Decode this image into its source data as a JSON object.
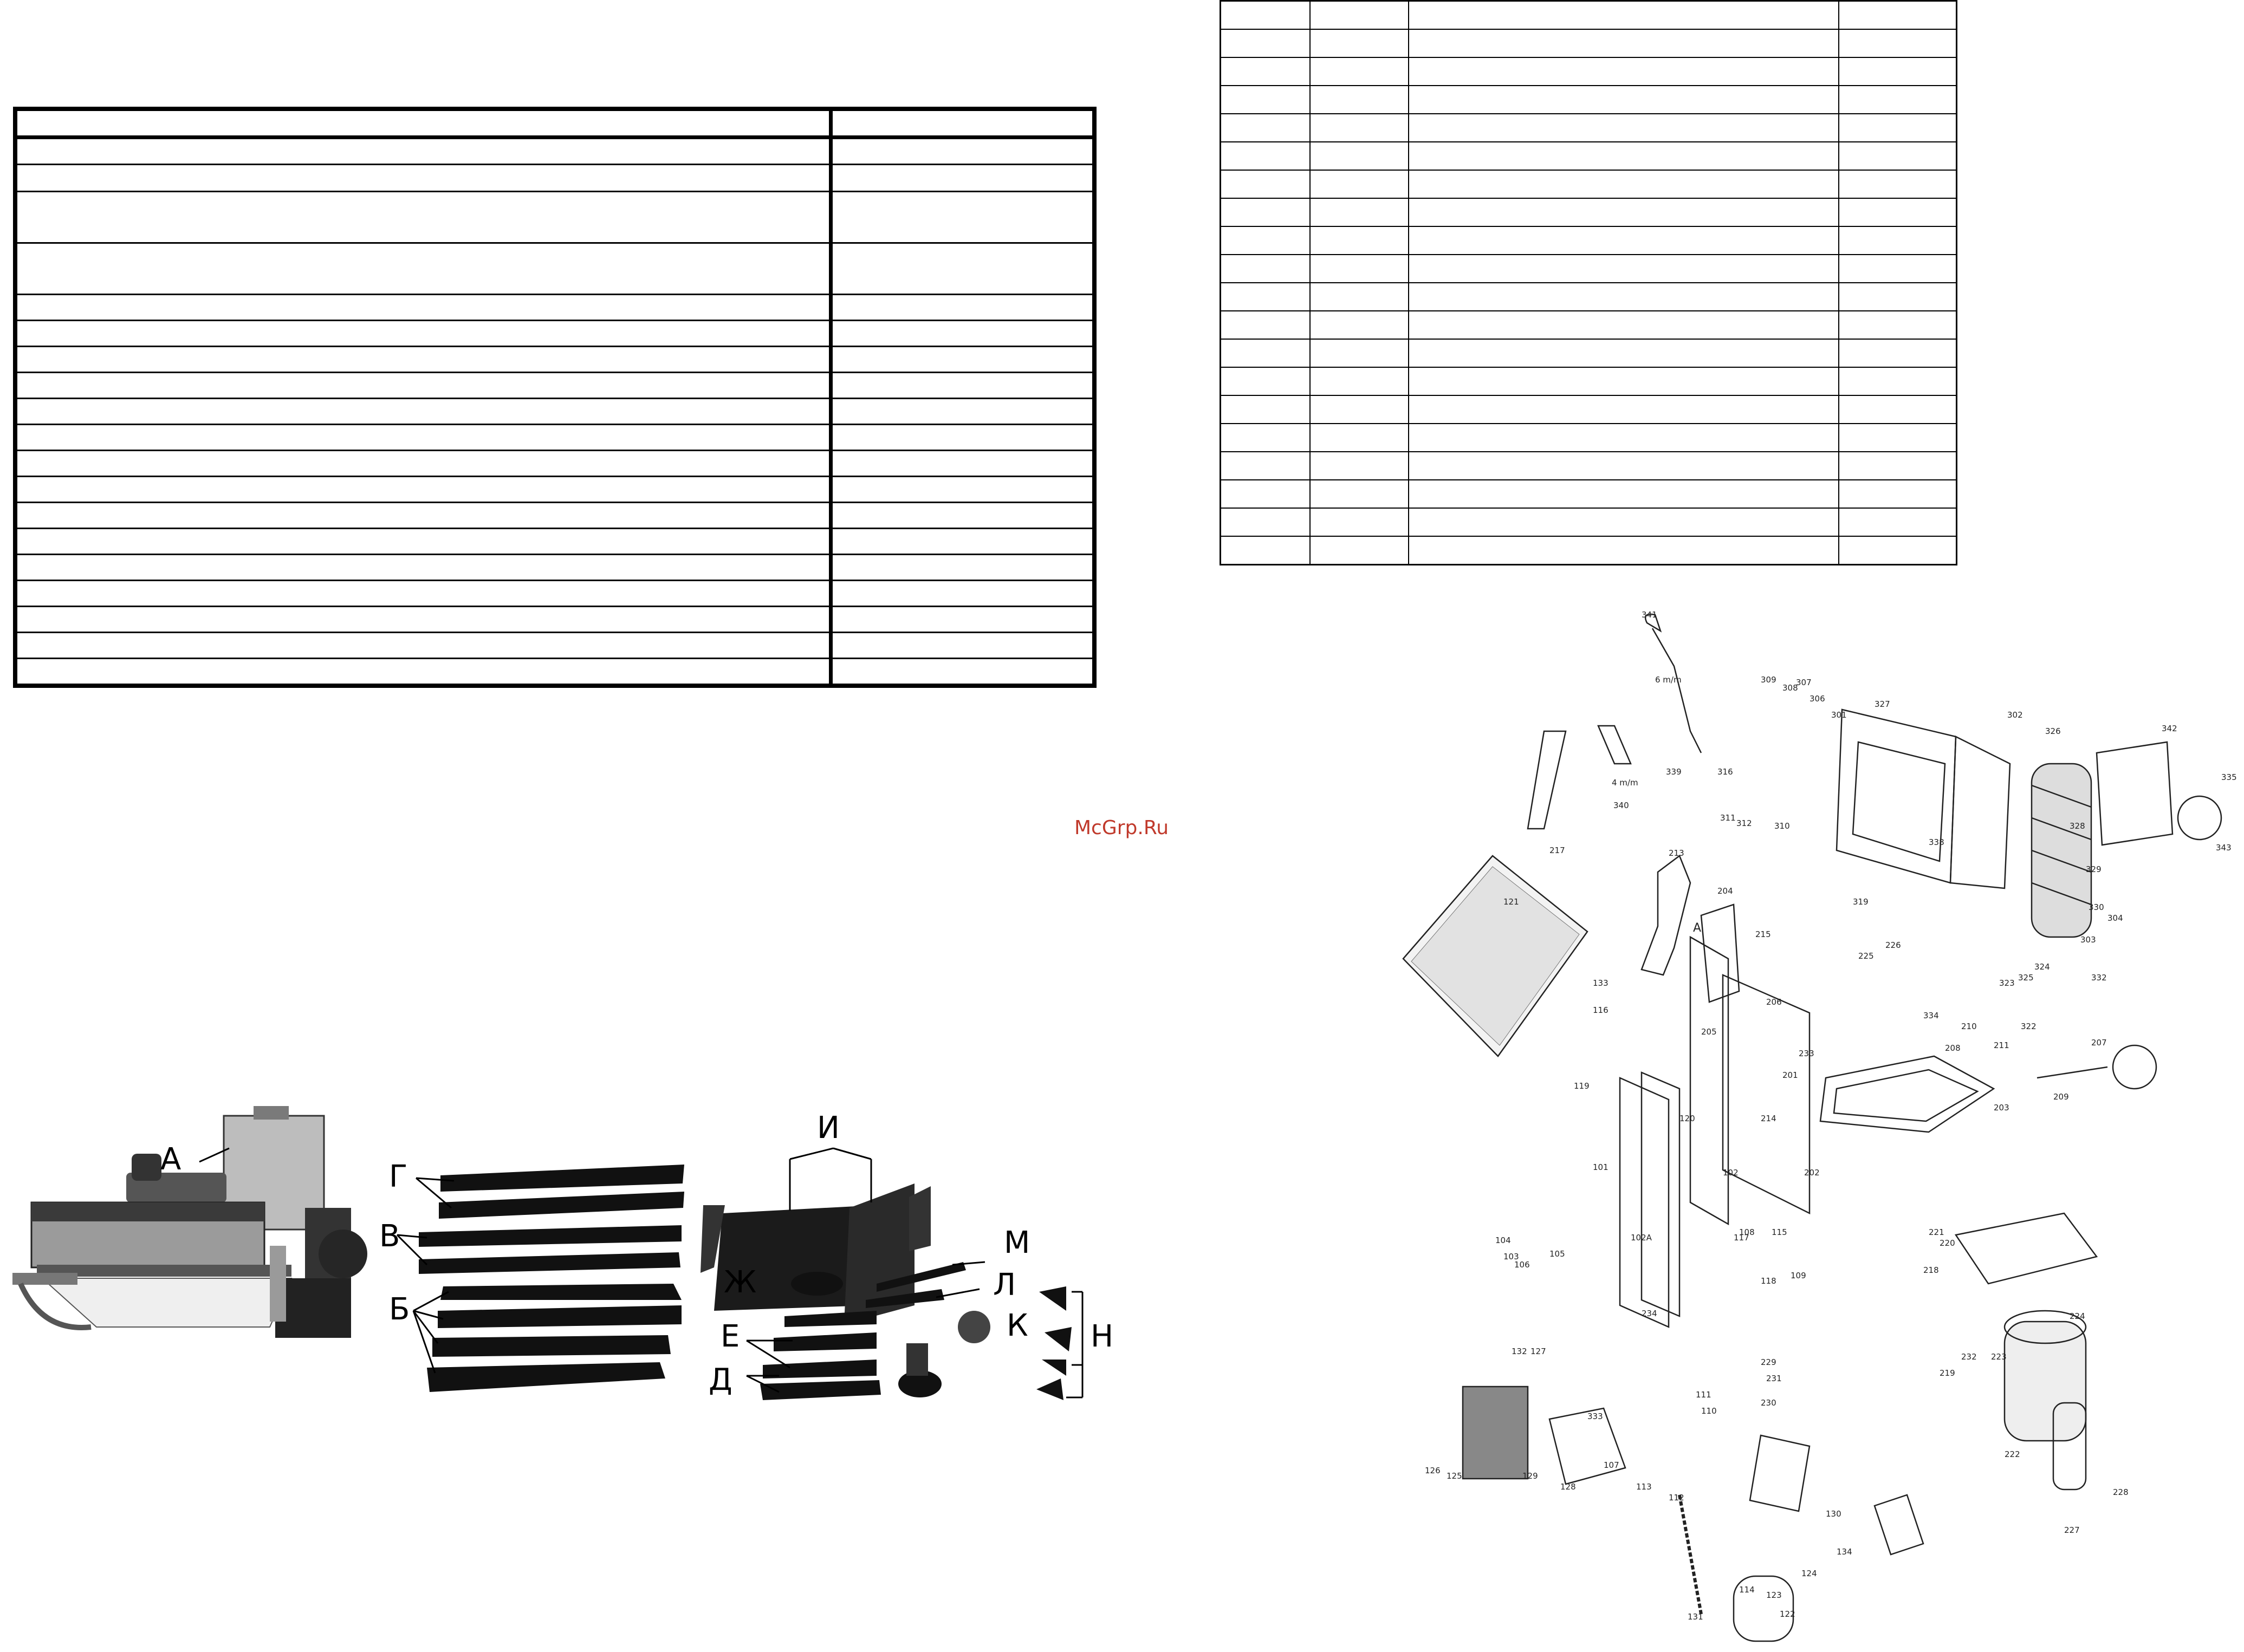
{
  "watermark": "McGrp.Ru",
  "photo_labels": {
    "a": "А",
    "b": "Б",
    "v": "В",
    "g": "Г",
    "d": "Д",
    "e": "Е",
    "zh": "Ж",
    "i": "И",
    "k": "К",
    "l": "Л",
    "m": "М",
    "n": "Н"
  },
  "diagram_callouts": {
    "n341": "341",
    "n6mm": "6 m/m",
    "n4mm": "4 m/m",
    "n217": "217",
    "n339": "339",
    "n340": "340",
    "n309": "309",
    "n308": "308",
    "n307": "307",
    "n306": "306",
    "n301": "301",
    "n327": "327",
    "n302": "302",
    "n326": "326",
    "n342": "342",
    "n335": "335",
    "n343": "343",
    "n121": "121",
    "n213": "213",
    "n215": "215",
    "n214": "214",
    "n310": "310",
    "n316": "316",
    "n311": "311",
    "n312": "312",
    "n338": "338",
    "n319": "319",
    "n328": "328",
    "n329": "329",
    "n330": "330",
    "n303": "303",
    "n304": "304",
    "n325": "325",
    "n324": "324",
    "n322": "322",
    "n323": "323",
    "n332": "332",
    "n334": "334",
    "n225": "225",
    "n226": "226",
    "n206": "206",
    "n205": "205",
    "n204": "204",
    "n208": "208",
    "n210": "210",
    "n211": "211",
    "n207": "207",
    "n209": "209",
    "n203": "203",
    "n201": "201",
    "n202": "202",
    "n233": "233",
    "n218": "218",
    "n220": "220",
    "n221": "221",
    "n223": "223",
    "n219": "219",
    "n232": "232",
    "n224": "224",
    "n222": "222",
    "n227": "227",
    "n228": "228",
    "n101": "101",
    "n102": "102",
    "n102a": "102A",
    "n103": "103",
    "n104": "104",
    "n105": "105",
    "n106": "106",
    "n107": "107",
    "n108": "108",
    "n109": "109",
    "n110": "110",
    "n111": "111",
    "n112": "112",
    "n113": "113",
    "n114": "114",
    "n115": "115",
    "n116": "116",
    "n117": "117",
    "n118": "118",
    "n119": "119",
    "n120": "120",
    "n122": "122",
    "n123": "123",
    "n124": "124",
    "n125": "125",
    "n126": "126",
    "n127": "127",
    "n128": "128",
    "n129": "129",
    "n130": "130",
    "n131": "131",
    "n132": "132",
    "n133": "133",
    "n134": "134",
    "n229": "229",
    "n230": "230",
    "n231": "231",
    "n234": "234",
    "n333": "333",
    "nA": "A"
  },
  "colors": {
    "ink": "#000000",
    "watermark": "#c0392b",
    "paper": "#ffffff"
  }
}
